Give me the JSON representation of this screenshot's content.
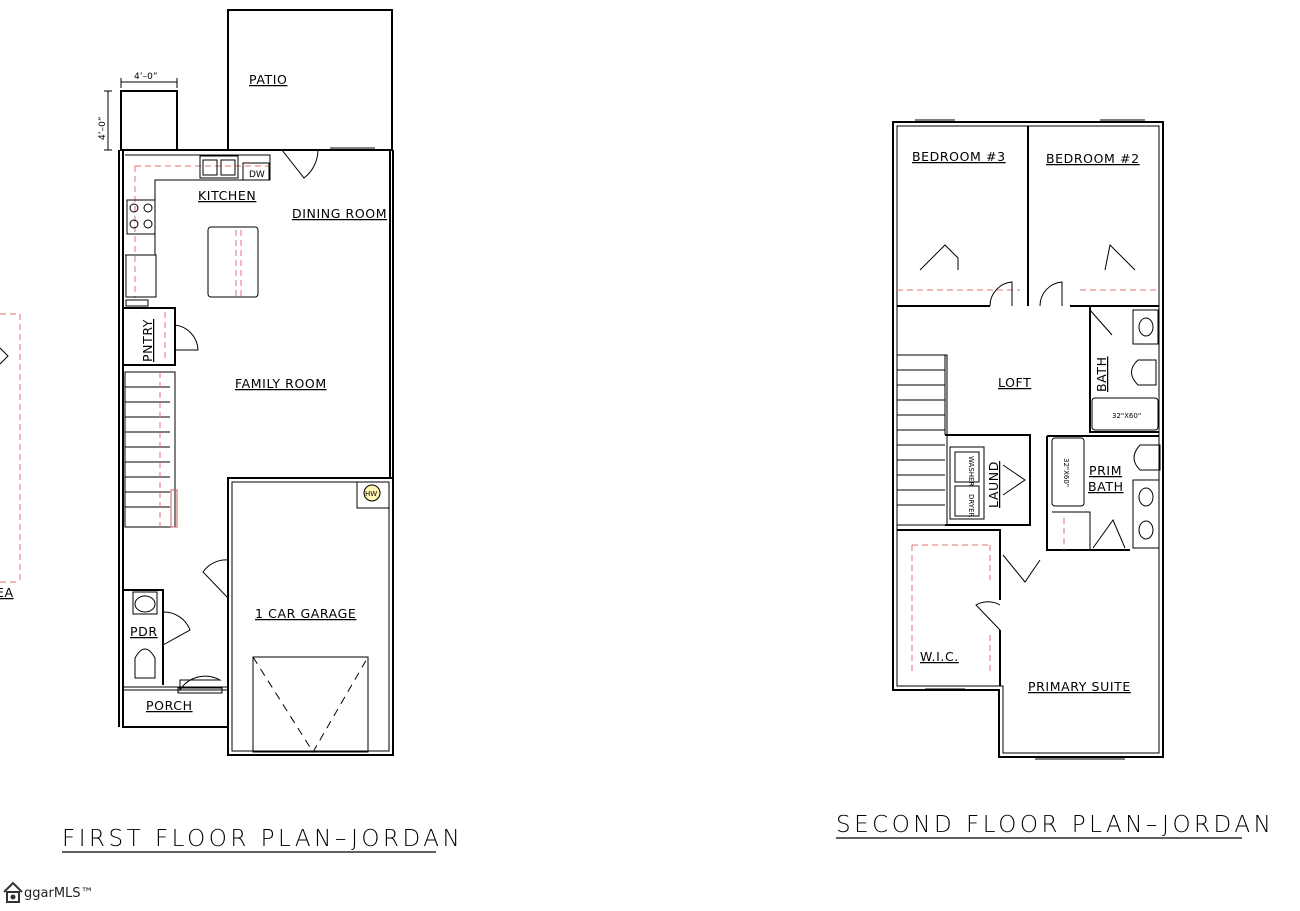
{
  "first_floor": {
    "title": "FIRST FLOOR PLAN–JORDAN",
    "rooms": {
      "patio": "PATIO",
      "kitchen": "KITCHEN",
      "dining": "DINING ROOM",
      "family": "FAMILY ROOM",
      "pantry": "PNTRY",
      "garage": "1 CAR GARAGE",
      "pdr": "PDR",
      "porch": "PORCH",
      "dw": "DW",
      "wh": "HW"
    },
    "dims": {
      "width": "4’–0”",
      "depth": "4’–0”"
    }
  },
  "second_floor": {
    "title": "SECOND FLOOR PLAN–JORDAN",
    "rooms": {
      "bed3": "BEDROOM #3",
      "bed2": "BEDROOM #2",
      "loft": "LOFT",
      "bath": "BATH",
      "tub": "32\"X60\"",
      "tub2": "32\"X60\"",
      "prim_bath_1": "PRIM",
      "prim_bath_2": "BATH",
      "laund": "LAUND",
      "washer": "WASHER",
      "dryer": "DRYER",
      "wic": "W.I.C.",
      "primary": "PRIMARY SUITE"
    }
  },
  "left_fragment": {
    "label": "EA"
  },
  "watermark": {
    "text": "ggarMLS™",
    "icon": "house-logo-icon"
  }
}
